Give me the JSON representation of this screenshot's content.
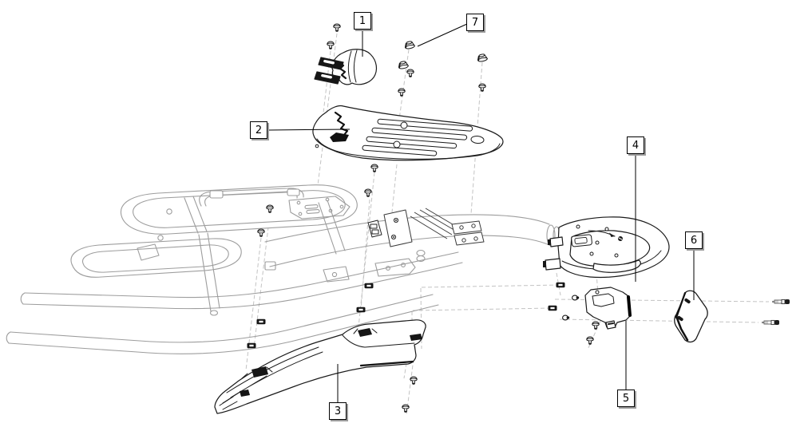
{
  "diagram": {
    "callouts": [
      {
        "label": "1"
      },
      {
        "label": "2"
      },
      {
        "label": "3"
      },
      {
        "label": "4"
      },
      {
        "label": "5"
      },
      {
        "label": "6"
      },
      {
        "label": "7"
      }
    ],
    "colors": {
      "background": "#ffffff",
      "part_line": "#1a1a1a",
      "frame_line": "#9d9d9d",
      "dashed_guide": "#c3c3c3",
      "callout_border": "#000000",
      "callout_shadow": "#9c9c9c"
    }
  }
}
